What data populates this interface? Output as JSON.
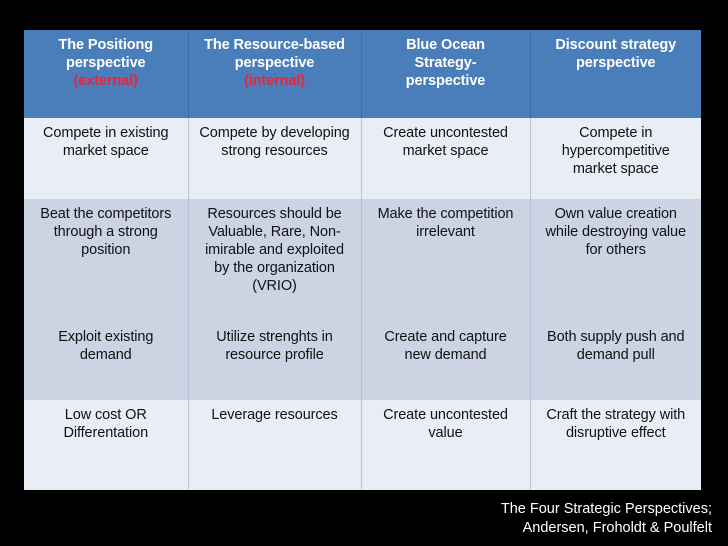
{
  "slide": {
    "background_color": "#000000",
    "caption": {
      "line1": "The Four Strategic Perspectives;",
      "line2": "Andersen, Froholdt & Poulfelt"
    }
  },
  "table": {
    "header_background": "#4a7ebb",
    "header_text_color": "#ffffff",
    "header_accent_color": "#e8253a",
    "row_band_light": "#e9edf5",
    "row_band_dark": "#ccd4e4",
    "columns": [
      {
        "title_line1": "The Positiong",
        "title_line2": "perspective",
        "subtitle": "(external)"
      },
      {
        "title_line1": "The Resource-based",
        "title_line2": "perspective",
        "subtitle": "(internal)"
      },
      {
        "title_line1": "Blue Ocean",
        "title_line2": "Strategy-",
        "title_line3": "perspective",
        "subtitle": ""
      },
      {
        "title_line1": "Discount strategy",
        "title_line2": "perspective",
        "subtitle": ""
      }
    ],
    "rows": [
      [
        "Compete in existing market space",
        "Compete by developing strong resources",
        "Create uncontested market space",
        "Compete in hypercompetitive market space"
      ],
      [
        "Beat the competitors through a strong position",
        "Resources should be Valuable, Rare, Non-imirable and exploited by the organization (VRIO)",
        "Make the competition irrelevant",
        "Own value creation while destroying value for others"
      ],
      [
        "Exploit existing demand",
        "Utilize strenghts in resource profile",
        "Create and capture new demand",
        "Both supply push and demand pull"
      ],
      [
        "Low cost OR Differentation",
        "Leverage resources",
        "Create uncontested value",
        "Craft the strategy with disruptive effect"
      ]
    ]
  }
}
